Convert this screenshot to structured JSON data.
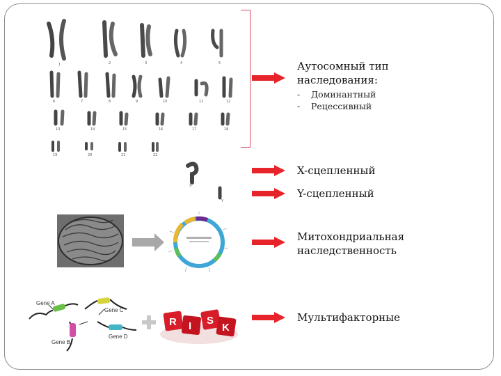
{
  "categories": {
    "autosomal_title": "Аутосомный тип наследования:",
    "autosomal_types": [
      "Доминантный",
      "Рецессивный"
    ],
    "x_linked": "X-сцепленный",
    "y_linked": "Y-сцепленный",
    "mitochondrial": "Митохондриальная наследственность",
    "multifactorial": "Мультифакторные"
  },
  "karyotype": {
    "row1": [
      "1",
      "2",
      "3",
      "4",
      "5"
    ],
    "row2": [
      "6",
      "7",
      "8",
      "9",
      "10",
      "11",
      "12"
    ],
    "row3": [
      "13",
      "14",
      "15",
      "16",
      "17",
      "18"
    ],
    "row4": [
      "19",
      "20",
      "21",
      "22"
    ],
    "x_label": "X",
    "y_label": "Y"
  },
  "genes": {
    "a": "Gene A",
    "b": "Gene B",
    "c": "Gene C",
    "d": "Gene D"
  },
  "risk_letters": [
    "R",
    "I",
    "S",
    "K"
  ],
  "colors": {
    "arrow_red": "#e8242b",
    "bracket": "#d44a5c",
    "gray_arrow": "#a8a8a8",
    "plus": "#c8c8c8",
    "gene_a": "#6abf46",
    "gene_b": "#d24ea7",
    "gene_c": "#d5d43a",
    "gene_d": "#43b5c6"
  }
}
